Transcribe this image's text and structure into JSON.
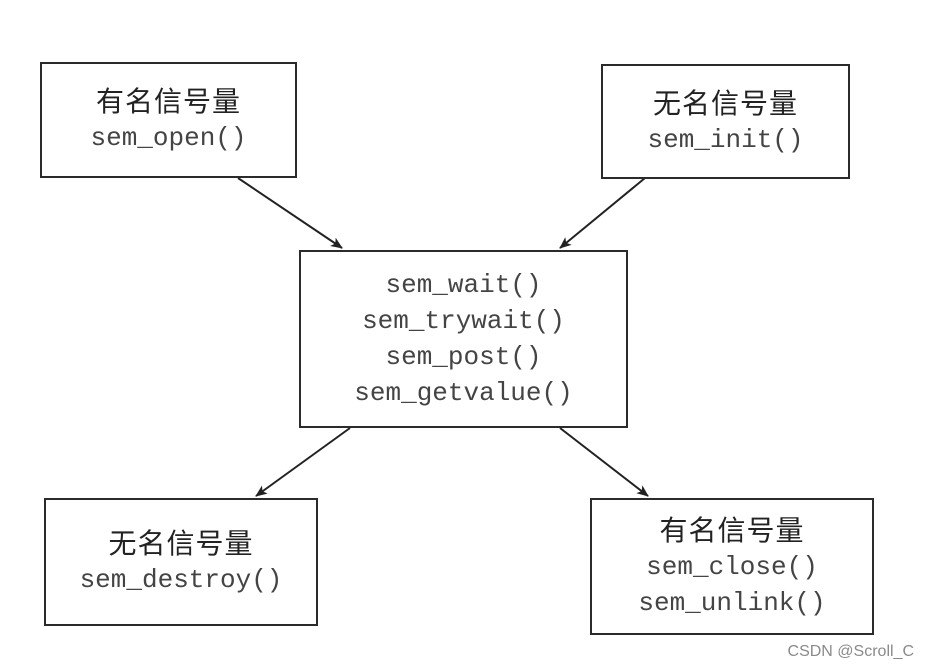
{
  "boxes": {
    "named_open": {
      "title": "有名信号量",
      "functions": [
        "sem_open()"
      ]
    },
    "unnamed_init": {
      "title": "无名信号量",
      "functions": [
        "sem_init()"
      ]
    },
    "common_ops": {
      "functions": [
        "sem_wait()",
        "sem_trywait()",
        "sem_post()",
        "sem_getvalue()"
      ]
    },
    "unnamed_destroy": {
      "title": "无名信号量",
      "functions": [
        "sem_destroy()"
      ]
    },
    "named_close": {
      "title": "有名信号量",
      "functions": [
        "sem_close()",
        "sem_unlink()"
      ]
    }
  },
  "watermark": "CSDN @Scroll_C"
}
